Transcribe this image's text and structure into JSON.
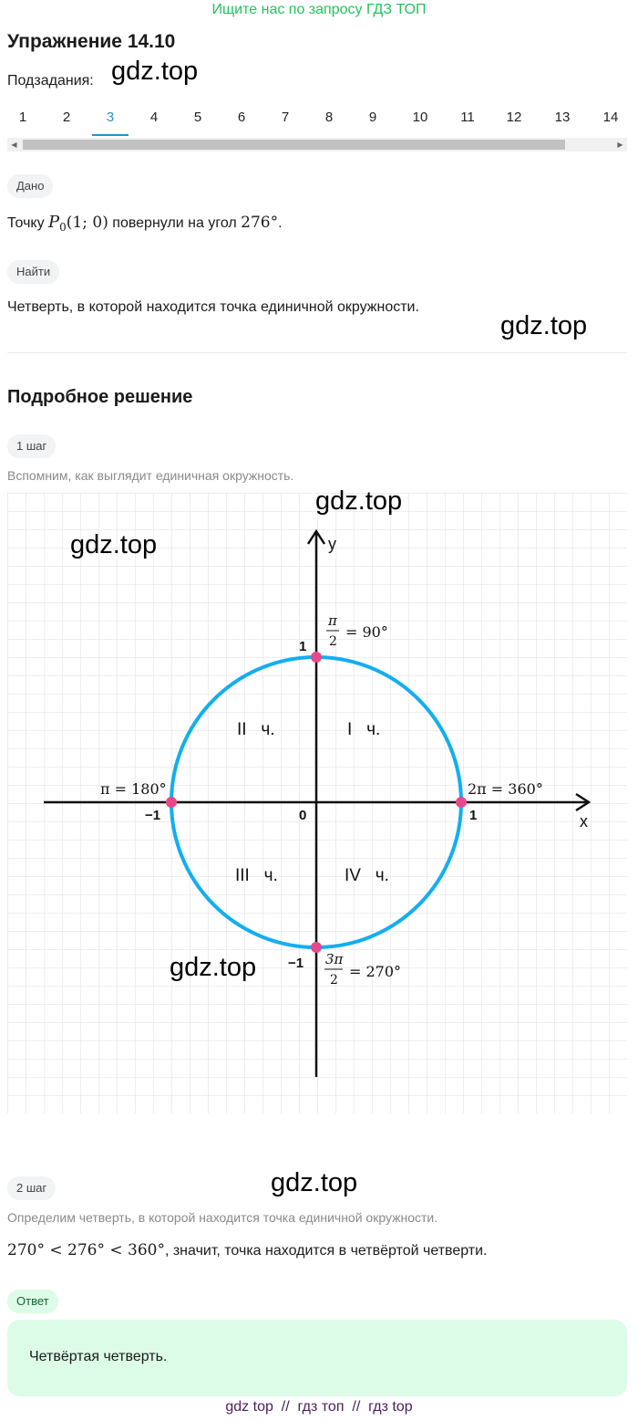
{
  "promo": "Ищите нас по запросу ГДЗ ТОП",
  "title": "Упражнение 14.10",
  "subtasks_label": "Подзадания:",
  "watermark": "gdz.top",
  "tabs": [
    "1",
    "2",
    "3",
    "4",
    "5",
    "6",
    "7",
    "8",
    "9",
    "10",
    "11",
    "12",
    "13",
    "14"
  ],
  "active_tab": "3",
  "given": {
    "pill": "Дано",
    "text_pre": "Точку ",
    "point": "P",
    "point_sub": "0",
    "coords": "(1; 0)",
    "text_mid": " повернули на угол ",
    "angle": "276°",
    "text_post": "."
  },
  "find": {
    "pill": "Найти",
    "text": "Четверть, в которой находится точка единичной окружности."
  },
  "solution_title": "Подробное решение",
  "step1": {
    "pill": "1 шаг",
    "text": "Вспомним, как выглядит единичная окружность."
  },
  "figure": {
    "axis_x": "x",
    "axis_y": "y",
    "origin": "0",
    "tick_pos_y": "1",
    "tick_neg_y": "−1",
    "tick_pos_x": "1",
    "tick_neg_x": "−1",
    "q1": "I   ч.",
    "q2": "II   ч.",
    "q3": "III   ч.",
    "q4": "IV   ч.",
    "label_90_num": "π",
    "label_90_den": "2",
    "label_90_rest": "= 90°",
    "label_180": "π = 180°",
    "label_360": "2π = 360°",
    "label_270_num": "3π",
    "label_270_den": "2",
    "label_270_rest": "= 270°",
    "colors": {
      "circle": "#13aef0",
      "points": "#e8478c",
      "grid": "#dcdcdc"
    }
  },
  "step2": {
    "pill": "2 шаг",
    "text": "Определим четверть, в которой находится точка единичной окружности.",
    "formula": "270° < 276° < 360°",
    "conclusion": ", значит, точка находится в четвёртой четверти."
  },
  "answer": {
    "pill": "Ответ",
    "text": "Четвёртая четверть."
  },
  "footer": "gdz top  //  гдз топ  //  гдз top"
}
